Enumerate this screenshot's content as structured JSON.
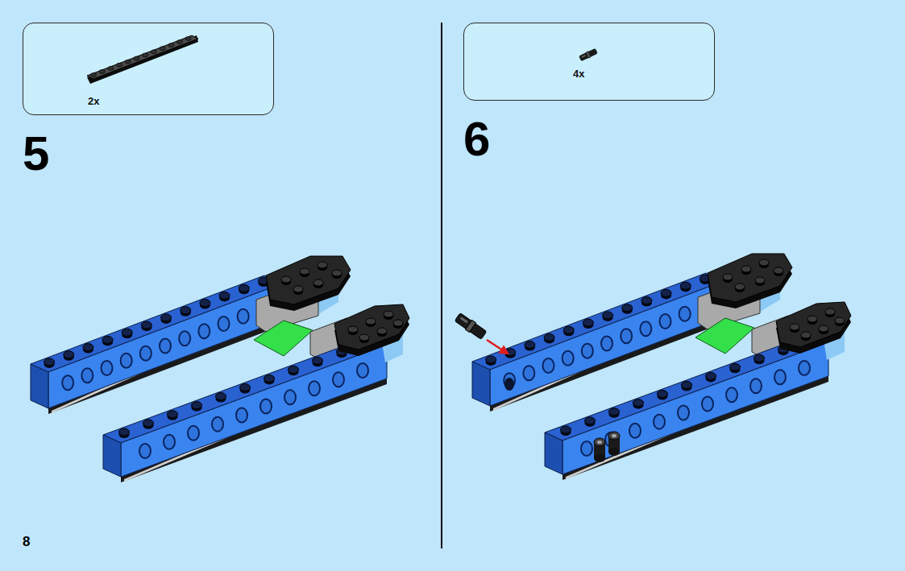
{
  "diagram": {
    "nodes": [
      {
        "text": [
          "2x"
        ]
      },
      {
        "text": [
          "4x"
        ]
      }
    ],
    "labels": [
      "5",
      "6",
      "8"
    ]
  }
}
